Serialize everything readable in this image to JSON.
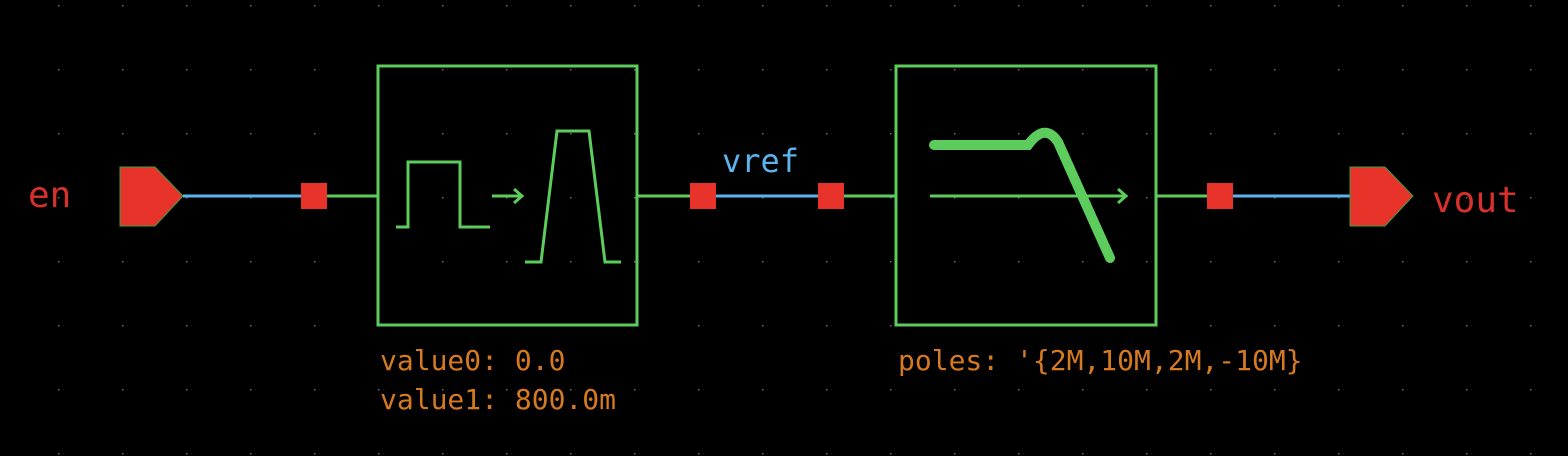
{
  "pins": {
    "input": "en",
    "output": "vout"
  },
  "nets": {
    "middle": "vref"
  },
  "source": {
    "param0": "value0: 0.0",
    "param1": "value1: 800.0m"
  },
  "filter": {
    "poles": "poles: '{2M,10M,2M,-10M}"
  },
  "colors": {
    "background": "#000000",
    "symbol": "#5ccc5c",
    "wire": "#5ab4ee",
    "pin": "#e8332a",
    "param": "#d57a20",
    "pinText": "#d8302a"
  }
}
